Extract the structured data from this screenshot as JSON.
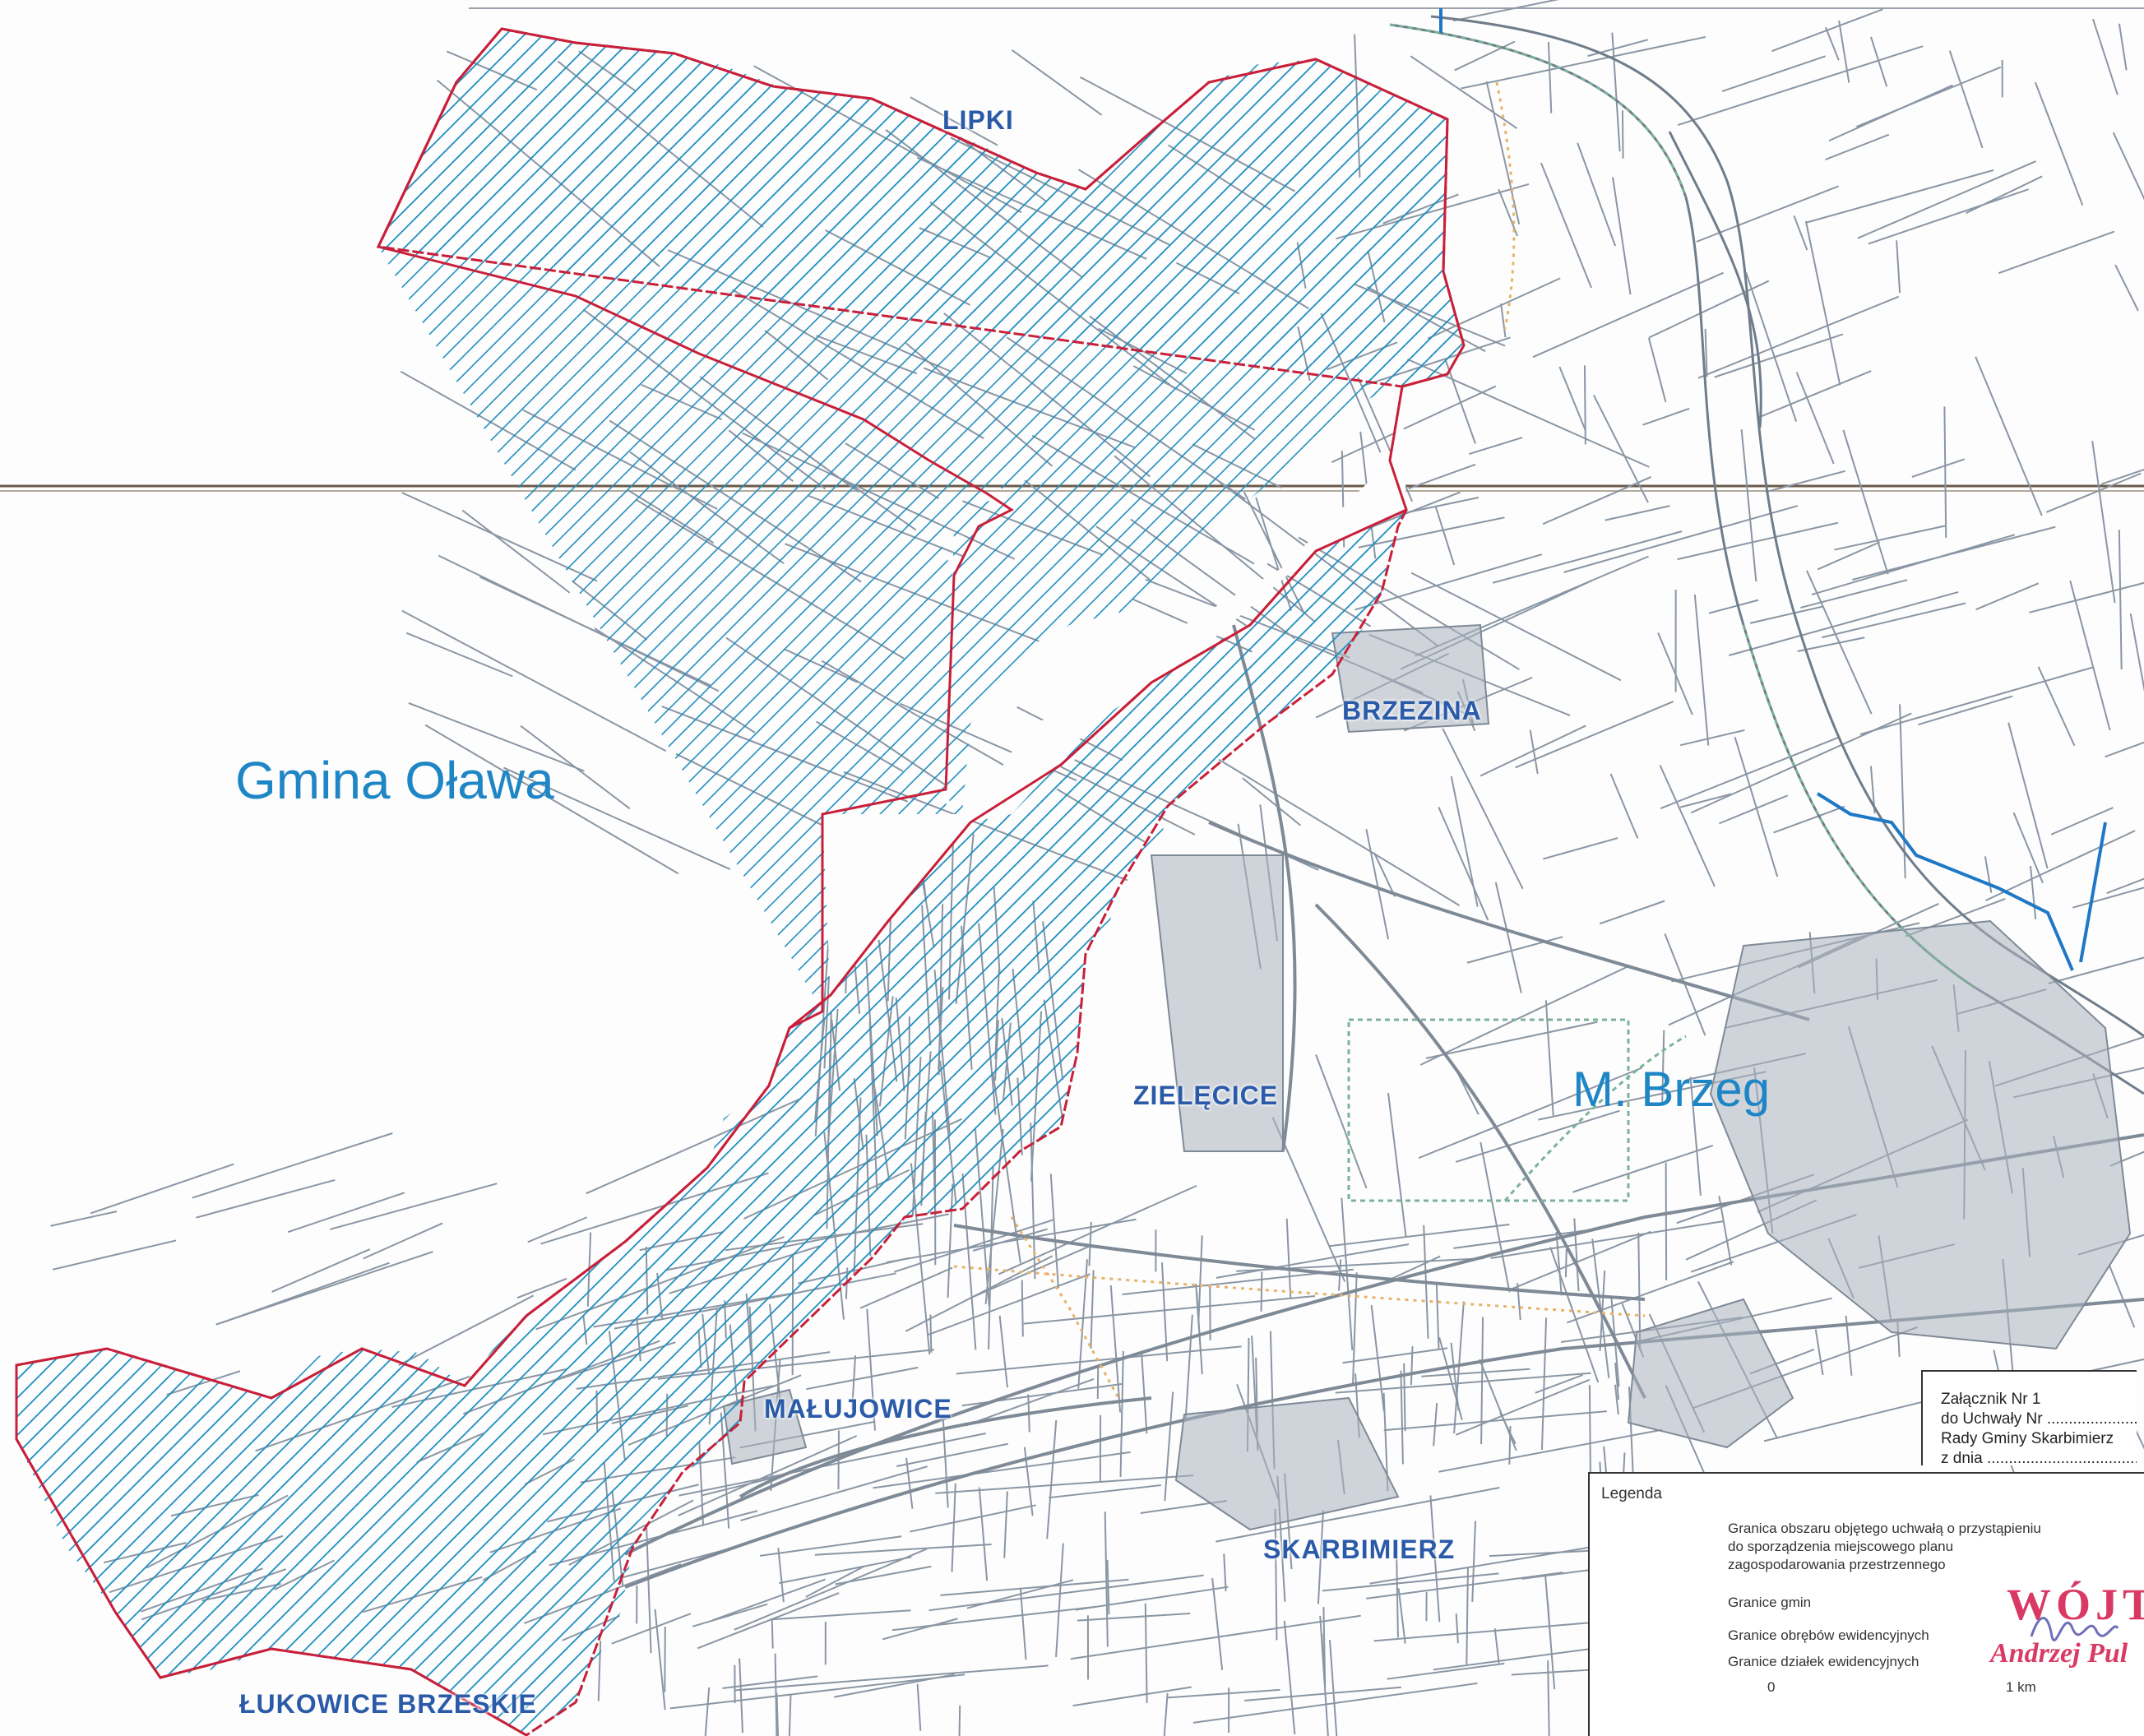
{
  "map": {
    "region_labels": [
      "Gmina Oława",
      "M. Brzeg"
    ],
    "place_labels": [
      "LIPKI",
      "BRZEZINA",
      "ZIELĘCICE",
      "MAŁUJOWICE",
      "SKARBIMIERZ",
      "ŁUKOWICE BRZESKIE"
    ],
    "colors": {
      "hatch": "#1f8fc0",
      "plan_boundary": "#c8203a",
      "municipal_boundary": "#1f78c6",
      "parcel_lines": "#8a96a4",
      "precinct_lines": "#e8b26a",
      "label_blue": "#2a5aa8",
      "region_blue": "#1f86c6",
      "stamp_red": "#d83a63"
    }
  },
  "annex": {
    "line1": "Załącznik Nr 1",
    "line2": "do Uchwały Nr .....................",
    "line3": "Rady Gminy Skarbimierz",
    "line4": "z dnia ....................................."
  },
  "legend": {
    "title": "Legenda",
    "items": [
      {
        "label": "Granica obszaru objętego uchwałą o przystąpieniu do sporządzenia miejscowego planu zagospodarowania przestrzennego",
        "swatch": "hatched-area-icon"
      },
      {
        "label": "Granice gmin",
        "swatch": "blue-line-icon"
      },
      {
        "label": "Granice obrębów ewidencyjnych",
        "swatch": "dotted-yellow-line-icon"
      },
      {
        "label": "Granice działek ewidencyjnych",
        "swatch": "gray-line-icon"
      }
    ],
    "scale": {
      "start": "0",
      "end": "1 km"
    }
  },
  "stamp": {
    "title": "WÓJT",
    "name": "Andrzej Pul"
  }
}
